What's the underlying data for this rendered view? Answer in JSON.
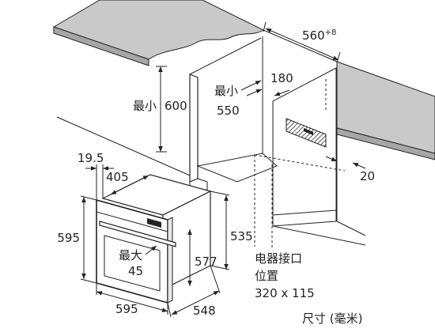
{
  "diagram": {
    "opening_width": {
      "value": "560",
      "tolerance": "+8"
    },
    "gap_top": "180",
    "min_height": {
      "label": "最小",
      "value": "600"
    },
    "min_depth": {
      "label": "最小",
      "value": "550"
    },
    "gap_rear": "20",
    "panel_offset": "19.5",
    "top_depth": "405",
    "front_height": "595",
    "body_height": "535",
    "inner_height": "577",
    "handle": {
      "label": "最大",
      "value": "45"
    },
    "front_width": "595",
    "body_depth": "548",
    "connection": {
      "line1": "电器接口",
      "line2": "位置",
      "line3": "320 x 115"
    },
    "units": "尺寸 (毫米)"
  },
  "colors": {
    "countertop": "#c9c9c9",
    "countertop_edge": "#a6a6a6",
    "ink": "#222222"
  }
}
